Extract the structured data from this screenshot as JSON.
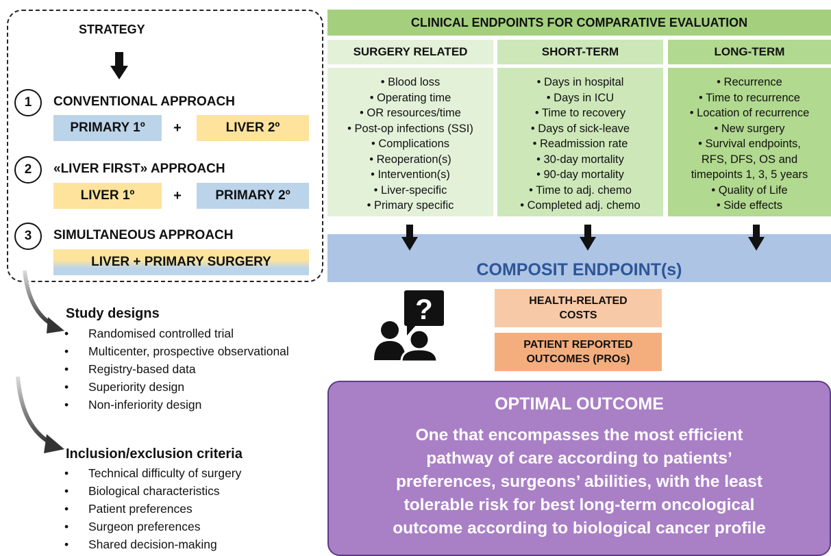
{
  "strategy": {
    "title": "STRATEGY",
    "approaches": [
      {
        "num": "1",
        "title": "CONVENTIONAL APPROACH",
        "left": "PRIMARY 1º",
        "plus": "+",
        "right": "LIVER 2º"
      },
      {
        "num": "2",
        "title": "«LIVER FIRST» APPROACH",
        "left": "LIVER 1º",
        "plus": "+",
        "right": "PRIMARY 2º"
      },
      {
        "num": "3",
        "title": "SIMULTANEOUS APPROACH",
        "combined": "LIVER + PRIMARY SURGERY"
      }
    ]
  },
  "endpoints": {
    "header": "CLINICAL ENDPOINTS FOR COMPARATIVE EVALUATION",
    "columns": [
      {
        "title": "SURGERY RELATED",
        "items": [
          "Blood loss",
          "Operating time",
          "OR resources/time",
          "Post-op infections (SSI)",
          "Complications",
          "Reoperation(s)",
          "Intervention(s)",
          "Liver-specific",
          "Primary specific"
        ]
      },
      {
        "title": "SHORT-TERM",
        "items": [
          "Days in hospital",
          "Days in ICU",
          "Time to recovery",
          "Days of sick-leave",
          "Readmission rate",
          "30-day mortality",
          "90-day mortality",
          "Time to adj. chemo",
          "Completed adj. chemo"
        ]
      },
      {
        "title": "LONG-TERM",
        "items": [
          "Recurrence",
          "Time to recurrence",
          "Location of recurrence",
          "New surgery",
          "Survival endpoints,",
          "RFS, DFS, OS and",
          "timepoints 1, 3, 5 years",
          "Quality of Life",
          "Side effects"
        ]
      }
    ],
    "composite": "COMPOSIT ENDPOINT(s)",
    "health_costs": [
      "HEALTH-RELATED",
      "COSTS"
    ],
    "pros": [
      "PATIENT REPORTED",
      "OUTCOMES (PROs)"
    ]
  },
  "study_designs": {
    "title": "Study designs",
    "items": [
      "Randomised controlled trial",
      "Multicenter, prospective observational",
      "Registry-based data",
      "Superiority design",
      "Non-inferiority design"
    ]
  },
  "inclusion": {
    "title": "Inclusion/exclusion criteria",
    "items": [
      "Technical difficulty of surgery",
      "Biological characteristics",
      "Patient preferences",
      "Surgeon preferences",
      "Shared decision-making"
    ]
  },
  "optimal": {
    "title": "OPTIMAL OUTCOME",
    "lines": [
      "One that encompasses the most efficient",
      "pathway of care according to patients’",
      "preferences, surgeons’ abilities, with the least",
      "tolerable risk for best long-term oncological",
      "outcome according to biological cancer profile"
    ]
  },
  "colors": {
    "green_header": "#a4d07e",
    "blue": "#bcd4ea",
    "yellow": "#fde39c",
    "composite": "#adc4e4",
    "purple": "#a97fc6",
    "orange_light": "#f8c9a6",
    "orange": "#f4ae7d"
  },
  "icons": [
    "down-arrow-icon",
    "curved-arrow-icon",
    "people-question-icon"
  ]
}
